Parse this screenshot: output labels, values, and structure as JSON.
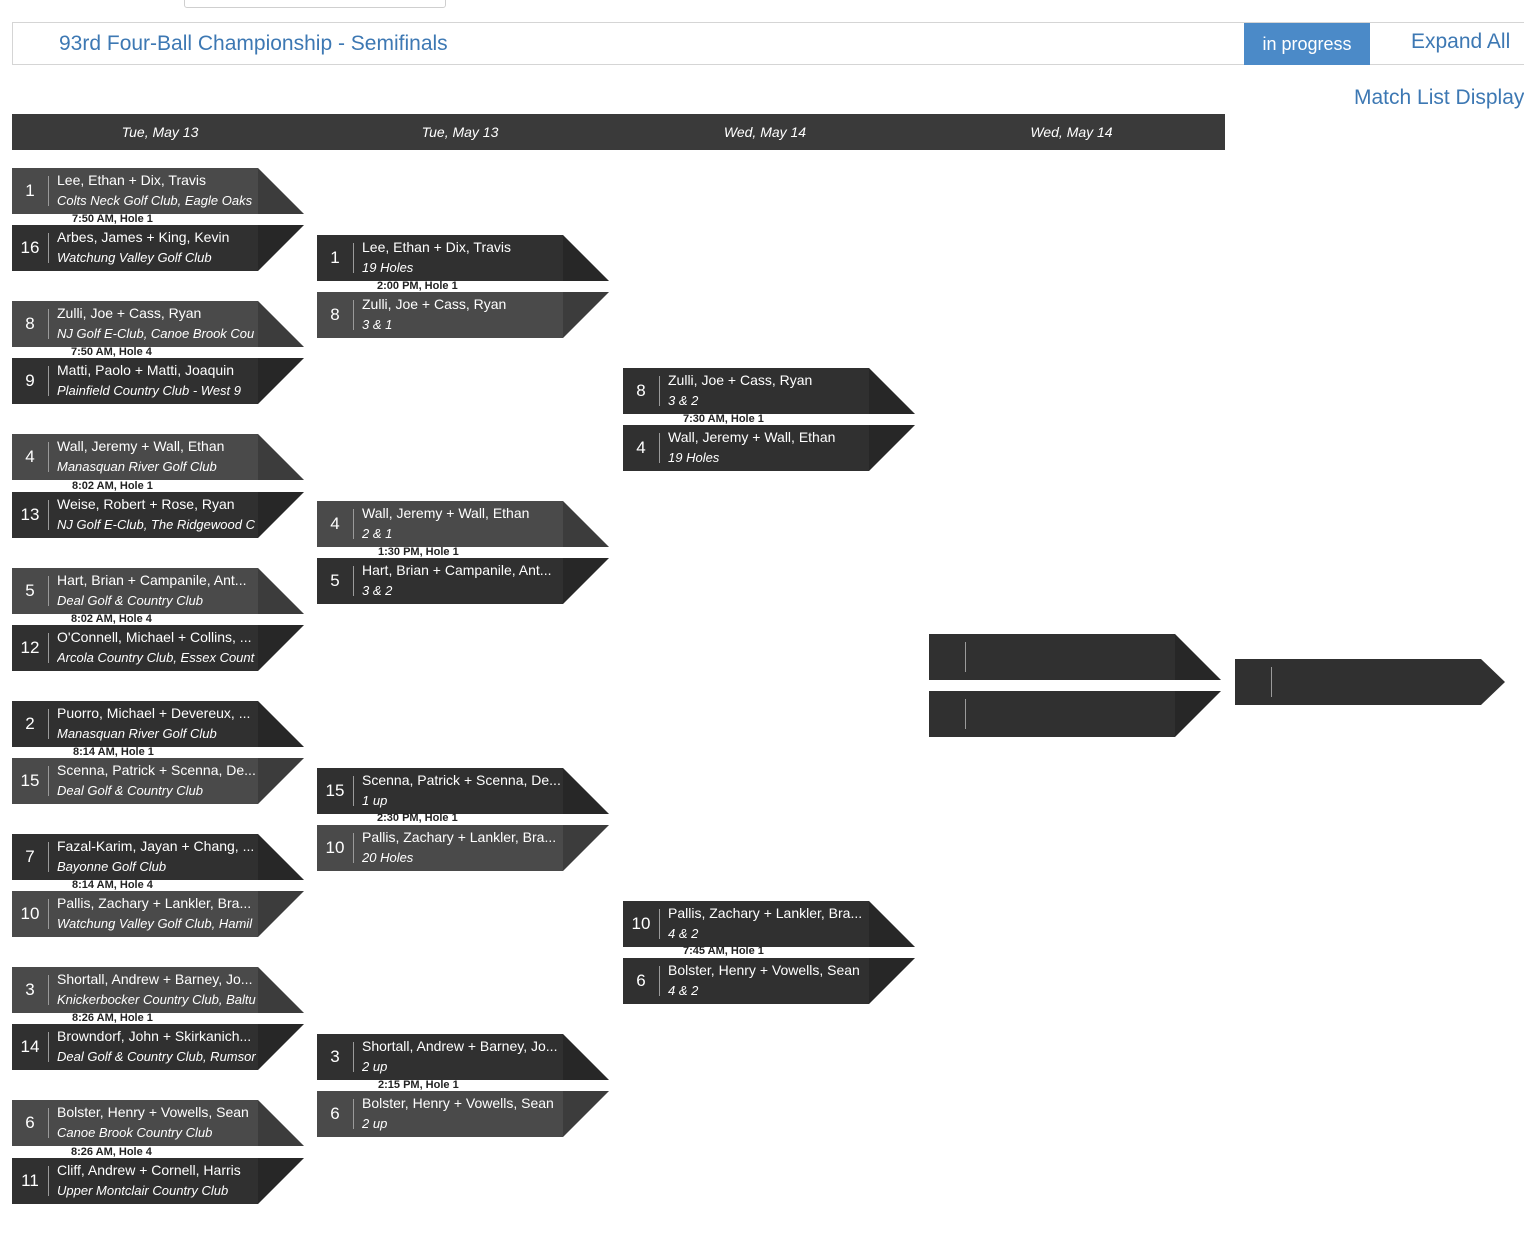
{
  "header": {
    "title": "93rd Four-Ball Championship - Semifinals",
    "status": "in progress",
    "expand_label": "Expand All"
  },
  "match_list_label": "Match List Display",
  "rounds": [
    "Tue, May 13",
    "Tue, May 13",
    "Wed, May 14",
    "Wed, May 14"
  ],
  "round1": {
    "teams": [
      {
        "seed": "1",
        "name": "Lee, Ethan + Dix, Travis",
        "club": "Colts Neck Golf Club, Eagle Oaks"
      },
      {
        "seed": "16",
        "name": "Arbes, James + King, Kevin",
        "club": "Watchung Valley Golf Club"
      },
      {
        "seed": "8",
        "name": "Zulli, Joe + Cass, Ryan",
        "club": "NJ Golf E-Club, Canoe Brook Cou"
      },
      {
        "seed": "9",
        "name": "Matti, Paolo + Matti, Joaquin",
        "club": "Plainfield Country Club - West 9"
      },
      {
        "seed": "4",
        "name": "Wall, Jeremy + Wall, Ethan",
        "club": "Manasquan River Golf Club"
      },
      {
        "seed": "13",
        "name": "Weise, Robert + Rose, Ryan",
        "club": "NJ Golf E-Club, The Ridgewood C"
      },
      {
        "seed": "5",
        "name": "Hart, Brian + Campanile, Ant...",
        "club": "Deal Golf & Country Club"
      },
      {
        "seed": "12",
        "name": "O'Connell, Michael + Collins, ...",
        "club": "Arcola Country Club, Essex Count"
      },
      {
        "seed": "2",
        "name": "Puorro, Michael + Devereux, ...",
        "club": "Manasquan River Golf Club"
      },
      {
        "seed": "15",
        "name": "Scenna, Patrick + Scenna, De...",
        "club": "Deal Golf & Country Club"
      },
      {
        "seed": "7",
        "name": "Fazal-Karim, Jayan + Chang, ...",
        "club": "Bayonne Golf Club"
      },
      {
        "seed": "10",
        "name": "Pallis, Zachary + Lankler, Bra...",
        "club": "Watchung Valley Golf Club, Hamil"
      },
      {
        "seed": "3",
        "name": "Shortall, Andrew + Barney, Jo...",
        "club": "Knickerbocker Country Club, Baltu"
      },
      {
        "seed": "14",
        "name": "Browndorf, John + Skirkanich...",
        "club": "Deal Golf & Country Club, Rumsor"
      },
      {
        "seed": "6",
        "name": "Bolster, Henry + Vowells, Sean",
        "club": "Canoe Brook Country Club"
      },
      {
        "seed": "11",
        "name": "Cliff, Andrew + Cornell, Harris",
        "club": "Upper Montclair Country Club"
      }
    ],
    "times": [
      "7:50 AM, Hole 1",
      "7:50 AM, Hole 4",
      "8:02 AM, Hole 1",
      "8:02 AM, Hole 4",
      "8:14 AM, Hole 1",
      "8:14 AM, Hole 4",
      "8:26 AM, Hole 1",
      "8:26 AM, Hole 4"
    ]
  },
  "round2": {
    "teams": [
      {
        "seed": "1",
        "name": "Lee, Ethan + Dix, Travis",
        "result": "19 Holes"
      },
      {
        "seed": "8",
        "name": "Zulli, Joe + Cass, Ryan",
        "result": "3 & 1"
      },
      {
        "seed": "4",
        "name": "Wall, Jeremy + Wall, Ethan",
        "result": "2 & 1"
      },
      {
        "seed": "5",
        "name": "Hart, Brian + Campanile, Ant...",
        "result": "3 & 2"
      },
      {
        "seed": "15",
        "name": "Scenna, Patrick + Scenna, De...",
        "result": "1 up"
      },
      {
        "seed": "10",
        "name": "Pallis, Zachary + Lankler, Bra...",
        "result": "20 Holes"
      },
      {
        "seed": "3",
        "name": "Shortall, Andrew + Barney, Jo...",
        "result": "2 up"
      },
      {
        "seed": "6",
        "name": "Bolster, Henry + Vowells, Sean",
        "result": "2 up"
      }
    ],
    "times": [
      "2:00 PM, Hole 1",
      "1:30 PM, Hole 1",
      "2:30 PM, Hole 1",
      "2:15 PM, Hole 1"
    ]
  },
  "round3": {
    "teams": [
      {
        "seed": "8",
        "name": "Zulli, Joe + Cass, Ryan",
        "result": "3 & 2"
      },
      {
        "seed": "4",
        "name": "Wall, Jeremy + Wall, Ethan",
        "result": "19 Holes"
      },
      {
        "seed": "10",
        "name": "Pallis, Zachary + Lankler, Bra...",
        "result": "4 & 2"
      },
      {
        "seed": "6",
        "name": "Bolster, Henry + Vowells, Sean",
        "result": "4 & 2"
      }
    ],
    "times": [
      "7:30 AM, Hole 1",
      "7:45 AM, Hole 1"
    ]
  },
  "colors": {
    "accent": "#3d78b3",
    "status_bg": "#4b8ac8",
    "slot_dark": "#303030",
    "slot_mid": "#4a4a4a",
    "round_header_bg": "#3a3a3a"
  }
}
